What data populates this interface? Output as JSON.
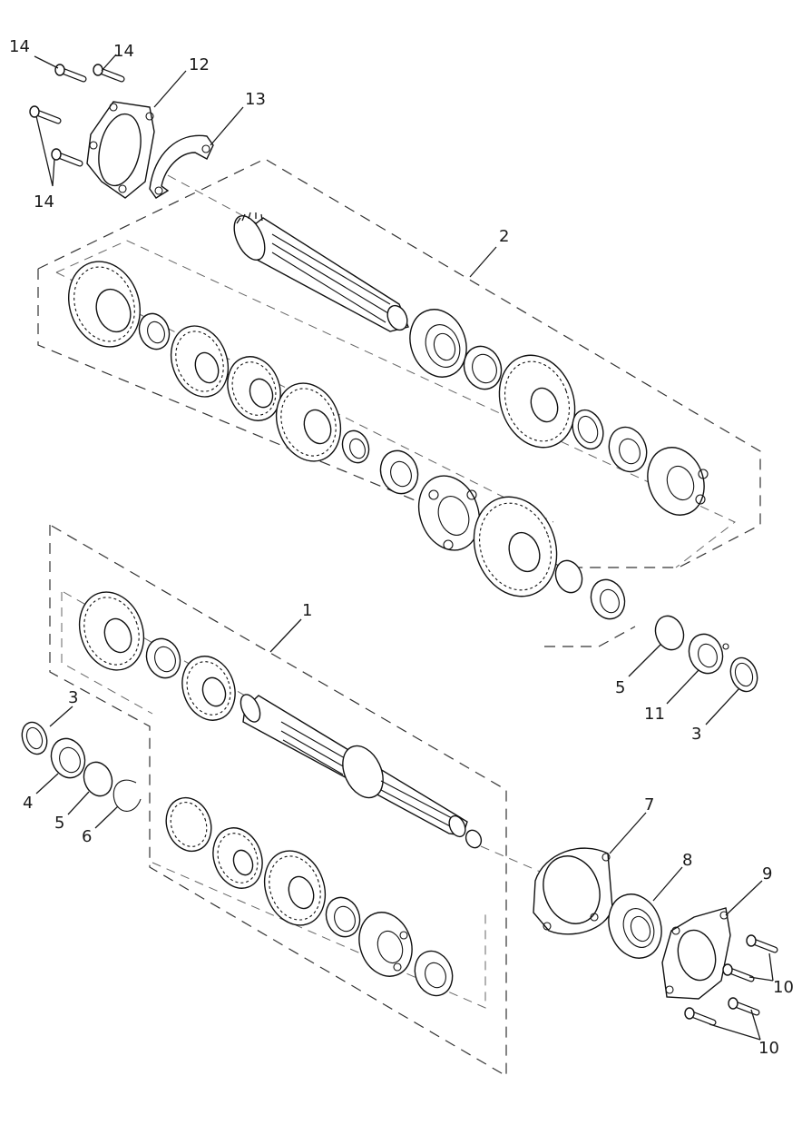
{
  "diagram": {
    "callouts": [
      {
        "id": "c14a",
        "label": "14"
      },
      {
        "id": "c14b",
        "label": "14"
      },
      {
        "id": "c12",
        "label": "12"
      },
      {
        "id": "c13",
        "label": "13"
      },
      {
        "id": "c14c",
        "label": "14"
      },
      {
        "id": "c2",
        "label": "2"
      },
      {
        "id": "c1",
        "label": "1"
      },
      {
        "id": "c3a",
        "label": "3"
      },
      {
        "id": "c4",
        "label": "4"
      },
      {
        "id": "c5a",
        "label": "5"
      },
      {
        "id": "c6",
        "label": "6"
      },
      {
        "id": "c5b",
        "label": "5"
      },
      {
        "id": "c11",
        "label": "11"
      },
      {
        "id": "c3b",
        "label": "3"
      },
      {
        "id": "c7",
        "label": "7"
      },
      {
        "id": "c8",
        "label": "8"
      },
      {
        "id": "c9",
        "label": "9"
      },
      {
        "id": "c10a",
        "label": "10"
      },
      {
        "id": "c10b",
        "label": "10"
      }
    ]
  }
}
